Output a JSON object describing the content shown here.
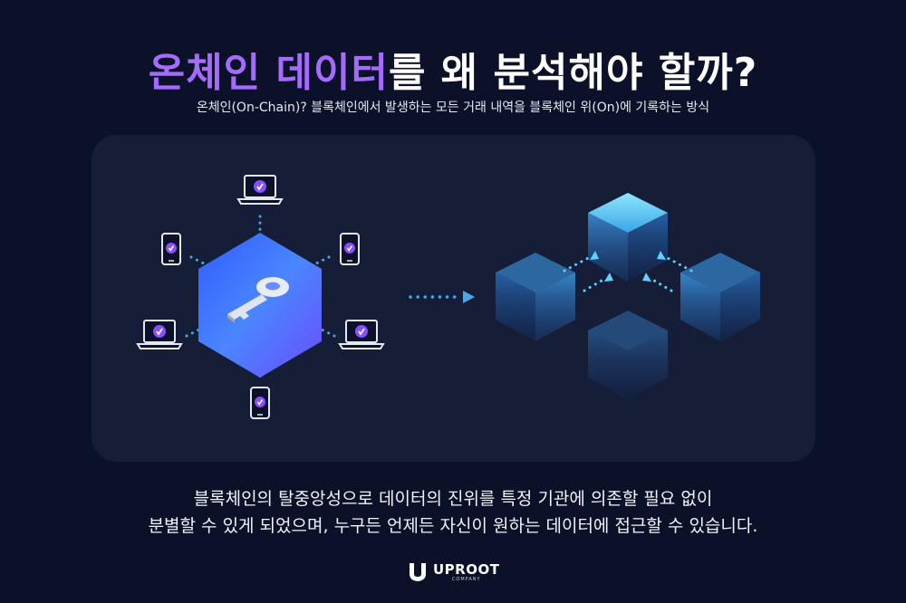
{
  "title": {
    "highlight": "온체인 데이터",
    "rest": "를 왜 분석해야 할까?"
  },
  "subtitle": "온체인(On-Chain)? 블록체인에서 발생하는 모든 거래 내역을 블록체인 위(On)에 기록하는 방식",
  "description": {
    "line1": "블록체인의 탈중앙성으로 데이터의 진위를 특정 기관에 의존할 필요 없이",
    "line2": "분별할 수 있게 되었으며, 누구든 언제든 자신이 원하는 데이터에 접근할 수 있습니다."
  },
  "logo": {
    "name": "UPROOT",
    "sub": "COMPANY"
  },
  "colors": {
    "background": "#0b1128",
    "panel": "#161d37",
    "accent_purple": "#a56bff",
    "hexagon_blue": "#3f6fff",
    "dotted_line": "#4aa8e8"
  }
}
